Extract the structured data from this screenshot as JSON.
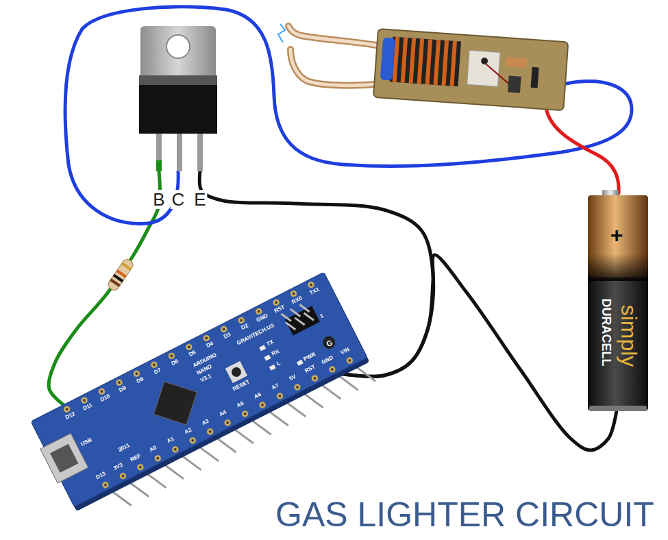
{
  "diagram": {
    "title": "GAS LIGHTER CIRCUIT",
    "nodes": [
      {
        "text": [
          "B",
          "C",
          "E"
        ]
      },
      {
        "text": [
          "+",
          "simply",
          "DURACELL"
        ]
      },
      {
        "text": [
          "TX1",
          "RX0",
          "RST",
          "GND",
          "D2",
          "D3",
          "D4",
          "D5",
          "D6",
          "D7",
          "D8",
          "D9",
          "D10",
          "D11",
          "D12",
          "D13",
          "3V3",
          "REF",
          "A0",
          "A1",
          "A2",
          "A3",
          "A4",
          "A5",
          "A6",
          "A7",
          "5V",
          "RST",
          "GND",
          "VIN",
          "USB",
          "2011",
          "ARDUINO",
          "NANO",
          "V3.1",
          "GRAVITECH.US",
          "RESET",
          "TX",
          "RX",
          "L",
          "PWR",
          "1",
          "G"
        ]
      }
    ],
    "edges": [
      {
        "from": 0,
        "to": 2,
        "arrow": "none"
      },
      {
        "from": 0,
        "to": 2,
        "arrow": "none"
      },
      {
        "from": 1,
        "to": 2,
        "arrow": "none"
      }
    ]
  }
}
